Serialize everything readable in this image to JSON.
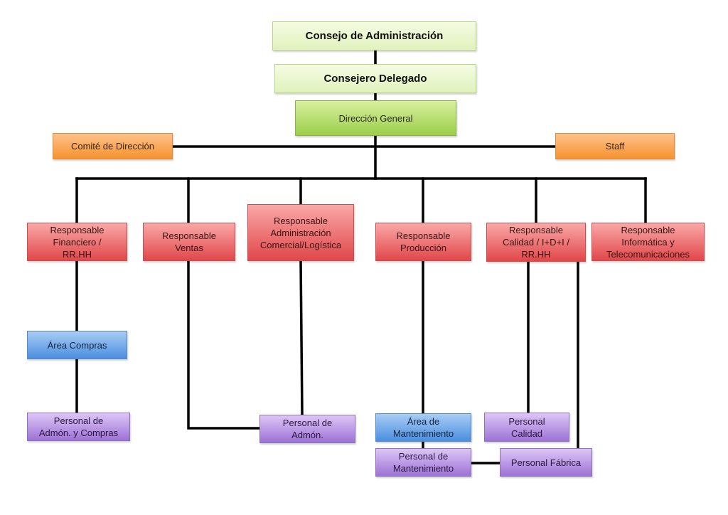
{
  "diagram": {
    "type": "org-chart",
    "nodes": {
      "consejo_admin": "Consejo de Administración",
      "consejero_delegado": "Consejero Delegado",
      "direccion_general": "Dirección General",
      "comite_direccion": "Comité de Dirección",
      "staff": "Staff",
      "resp_financiero": "Responsable\nFinanciero /\nRR.HH",
      "resp_ventas": "Responsable\nVentas",
      "resp_admin_comercial": "Responsable\nAdministración\nComercial/Logística",
      "resp_produccion": "Responsable\nProducción",
      "resp_calidad": "Responsable\nCalidad / I+D+I /\nRR.HH",
      "resp_informatica": "Responsable\nInformática y\nTelecomunicaciones",
      "area_compras": "Área Compras",
      "personal_admon_compras": "Personal de\nAdmón. y Compras",
      "personal_admon": "Personal de\nAdmón.",
      "area_mantenimiento": "Área de\nMantenimiento",
      "personal_mantenimiento": "Personal de\nMantenimiento",
      "personal_calidad": "Personal\nCalidad",
      "personal_fabrica": "Personal Fábrica"
    },
    "edges": [
      [
        "consejo_admin",
        "consejero_delegado"
      ],
      [
        "consejero_delegado",
        "direccion_general"
      ],
      [
        "direccion_general",
        "comite_direccion"
      ],
      [
        "direccion_general",
        "staff"
      ],
      [
        "direccion_general",
        "resp_financiero"
      ],
      [
        "direccion_general",
        "resp_ventas"
      ],
      [
        "direccion_general",
        "resp_admin_comercial"
      ],
      [
        "direccion_general",
        "resp_produccion"
      ],
      [
        "direccion_general",
        "resp_calidad"
      ],
      [
        "direccion_general",
        "resp_informatica"
      ],
      [
        "resp_financiero",
        "area_compras"
      ],
      [
        "area_compras",
        "personal_admon_compras"
      ],
      [
        "resp_ventas",
        "personal_admon"
      ],
      [
        "resp_admin_comercial",
        "personal_admon"
      ],
      [
        "resp_produccion",
        "area_mantenimiento"
      ],
      [
        "area_mantenimiento",
        "personal_mantenimiento"
      ],
      [
        "resp_calidad",
        "personal_calidad"
      ],
      [
        "resp_calidad",
        "personal_fabrica"
      ],
      [
        "personal_mantenimiento",
        "personal_fabrica"
      ]
    ],
    "colors": {
      "governance": "#e1f2bd",
      "direction": "#9bcf49",
      "support": "#f6922f",
      "managers": "#e1474a",
      "areas": "#4a8fe0",
      "staff_personnel": "#9d72d6",
      "connector": "#000000"
    }
  }
}
